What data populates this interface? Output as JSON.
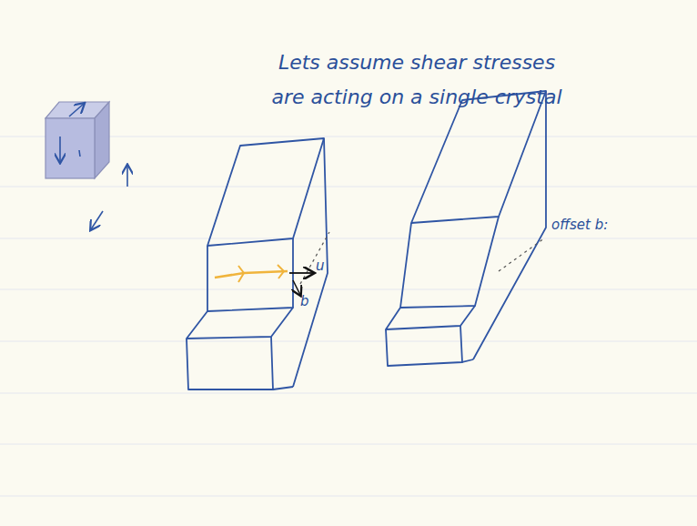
{
  "diagram": {
    "title": "Lets assume shear stresses are acting on a single crystal",
    "labels": [
      "u",
      "b",
      "offset b:"
    ]
  }
}
